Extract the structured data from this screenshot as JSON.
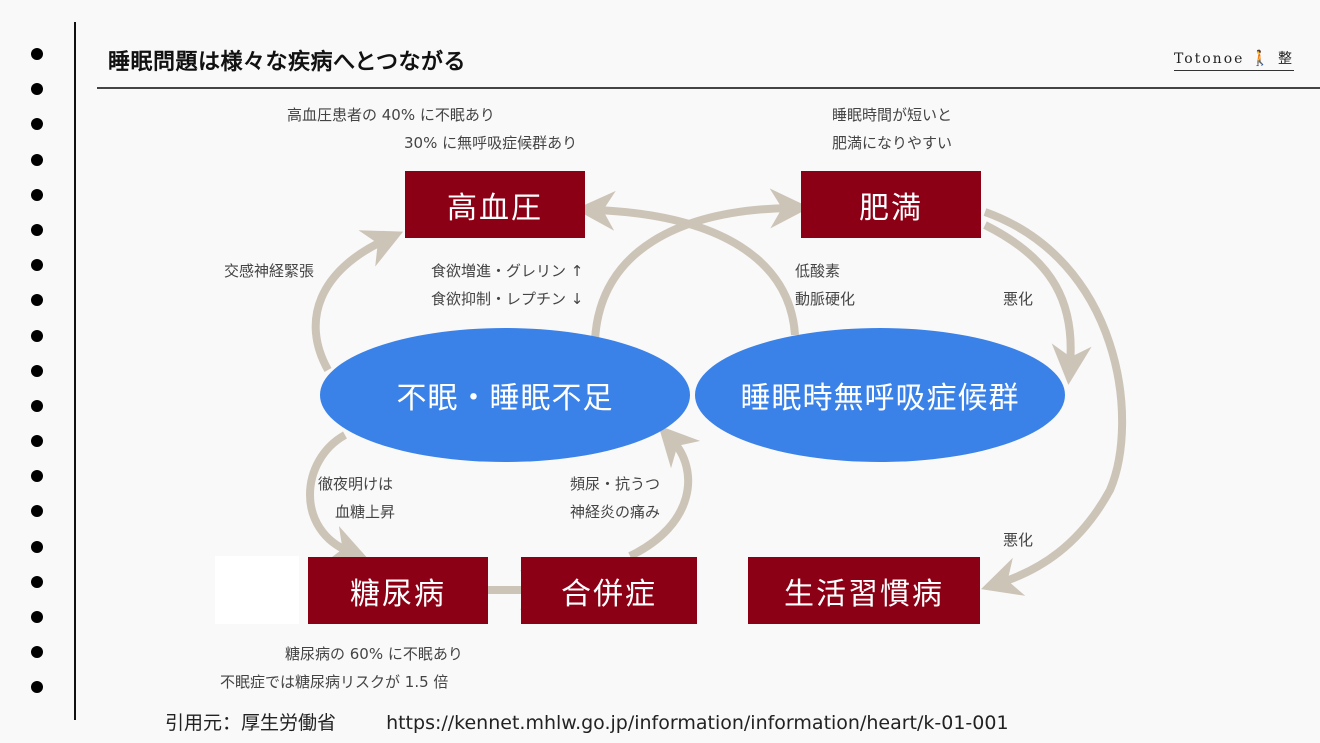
{
  "slide": {
    "title": "睡眠問題は様々な疾病へとつながる",
    "logo_text": "Totonoe",
    "logo_glyph": "整",
    "bullet_count": 19
  },
  "diagram": {
    "colors": {
      "disease_box": "#8c0015",
      "cause_ellipse": "#3b82e8",
      "arrow": "#cdc4b8",
      "note_text": "#444444"
    },
    "boxes": {
      "hypertension": "高血圧",
      "obesity": "肥満",
      "diabetes": "糖尿病",
      "complications": "合併症",
      "lifestyle": "生活習慣病"
    },
    "ellipses": {
      "insomnia": "不眠・睡眠不足",
      "apnea": "睡眠時無呼吸症候群"
    },
    "notes": {
      "hypertension_stats": [
        "高血圧患者の 40% に不眠あり",
        "30% に無呼吸症候群あり"
      ],
      "obesity_stats": [
        "睡眠時間が短いと",
        "肥満になりやすい"
      ],
      "sympathetic": "交感神経緊張",
      "appetite": [
        "食欲増進・グレリン ↑",
        "食欲抑制・レプチン ↓"
      ],
      "hypoxia": [
        "低酸素",
        "動脈硬化"
      ],
      "worsen_1": "悪化",
      "worsen_2": "悪化",
      "all_nighter": [
        "徹夜明けは",
        "血糖上昇"
      ],
      "frequent_urination": [
        "頻尿・抗うつ",
        "神経炎の痛み"
      ],
      "diabetes_stats": [
        "糖尿病の 60% に不眠あり",
        "不眠症では糖尿病リスクが 1.5 倍"
      ]
    },
    "edges": [
      {
        "from": "insomnia",
        "to": "hypertension",
        "label": "交感神経緊張"
      },
      {
        "from": "insomnia",
        "to": "obesity",
        "label": "食欲増進・グレリン ↑ / 食欲抑制・レプチン ↓"
      },
      {
        "from": "apnea",
        "to": "hypertension",
        "label": "低酸素 / 動脈硬化"
      },
      {
        "from": "obesity",
        "to": "apnea",
        "label": "悪化"
      },
      {
        "from": "obesity",
        "to": "lifestyle",
        "label": "悪化"
      },
      {
        "from": "insomnia",
        "to": "diabetes",
        "label": "徹夜明けは 血糖上昇"
      },
      {
        "from": "diabetes",
        "to": "complications",
        "label": ""
      },
      {
        "from": "complications",
        "to": "insomnia",
        "label": "頻尿・抗うつ 神経炎の痛み"
      }
    ]
  },
  "citation": {
    "label": "引用元：厚生労働省",
    "url": "https://kennet.mhlw.go.jp/information/information/heart/k-01-001"
  }
}
